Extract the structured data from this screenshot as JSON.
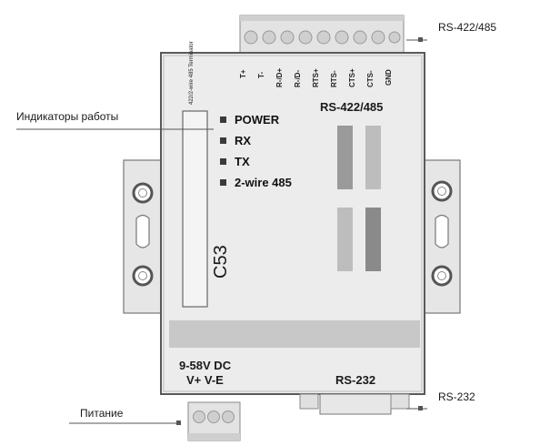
{
  "callouts": {
    "rs422_top": "RS-422/485",
    "indicators": "Индикаторы работы",
    "rs232": "RS-232",
    "power": "Питание"
  },
  "device": {
    "model": "C53",
    "terminator_label": "422/2-wire 485 Terminator",
    "pins": [
      "T+",
      "T-",
      "R-/D+",
      "R-/D-",
      "RTS+",
      "RTS-",
      "CTS+",
      "CTS-",
      "GND"
    ],
    "leds": [
      "POWER",
      "RX",
      "TX",
      "2-wire 485"
    ],
    "rs422_label": "RS-422/485",
    "power_spec": "9-58V DC",
    "power_pins": "V+ V-E",
    "rs232_label": "RS-232"
  },
  "colors": {
    "housing": "#ececec",
    "housing_border": "#5a5a5a",
    "panel_band": "#c8c8c8",
    "line": "#555555"
  }
}
